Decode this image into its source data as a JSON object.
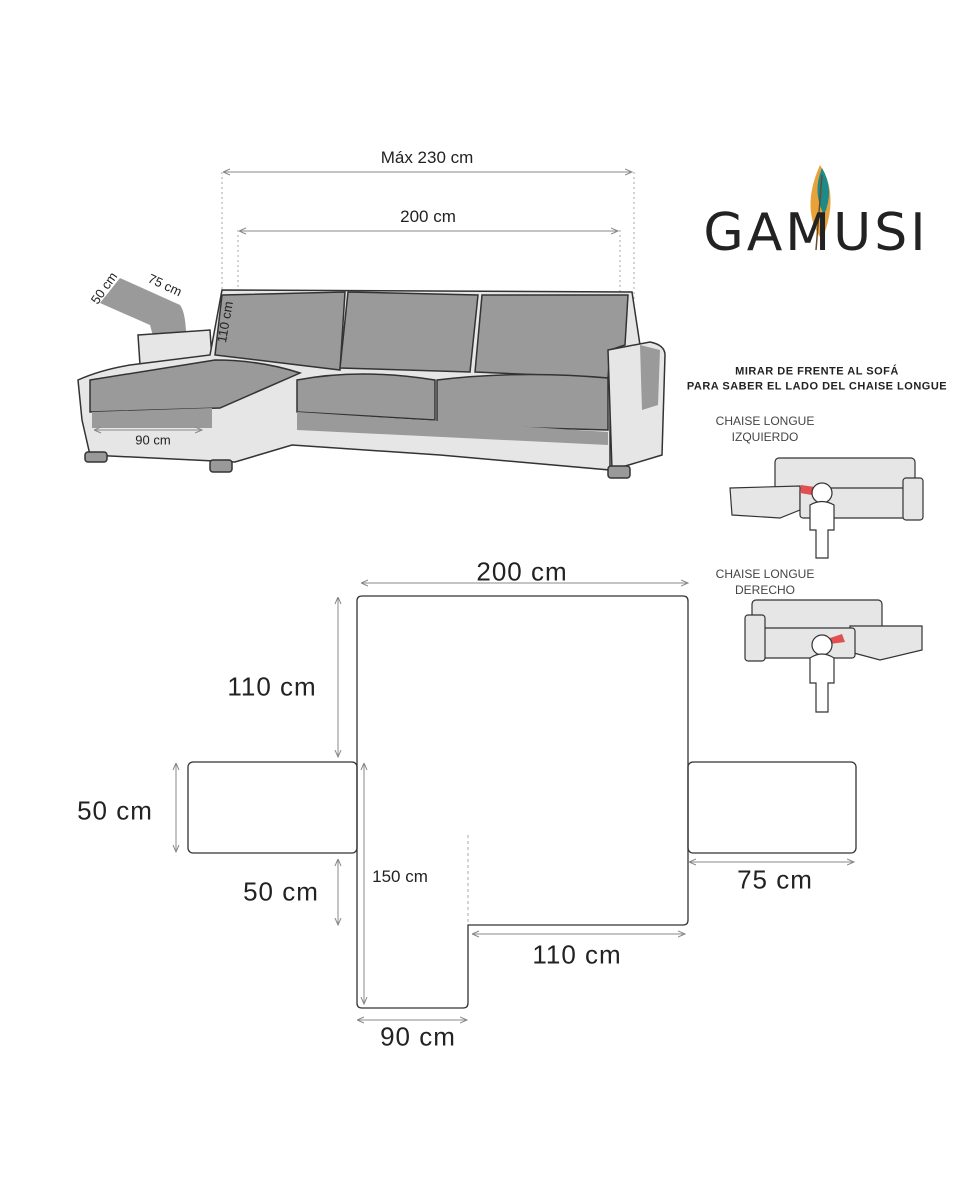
{
  "brand": {
    "name": "GAMUSI",
    "leaf_colors": [
      "#1a8a8a",
      "#e8a23a",
      "#6a4a2a"
    ]
  },
  "sofa_dimensions": {
    "max_width": "Máx 230 cm",
    "width": "200 cm",
    "height": "110 cm",
    "flap_width": "50 cm",
    "flap_length": "75 cm",
    "chaise_width": "90 cm"
  },
  "guide": {
    "instruction_line1": "MIRAR DE FRENTE AL SOFÁ",
    "instruction_line2": "PARA SABER EL LADO DEL CHAISE LONGUE",
    "left": {
      "line1": "CHAISE LONGUE",
      "line2": "IZQUIERDO"
    },
    "right": {
      "line1": "CHAISE LONGUE",
      "line2": "DERECHO"
    },
    "marker_color": "#e05050"
  },
  "pattern_dimensions": {
    "top_width": "200 cm",
    "back_height": "110 cm",
    "flap_height": "50 cm",
    "seat_depth": "50 cm",
    "chaise_length": "150 cm",
    "seat_width": "110 cm",
    "chaise_width": "90 cm",
    "flap_length": "75 cm"
  },
  "colors": {
    "cover": "#9a9a9a",
    "sofa": "#e6e6e6",
    "line": "#333333",
    "dim_line": "#888888"
  }
}
